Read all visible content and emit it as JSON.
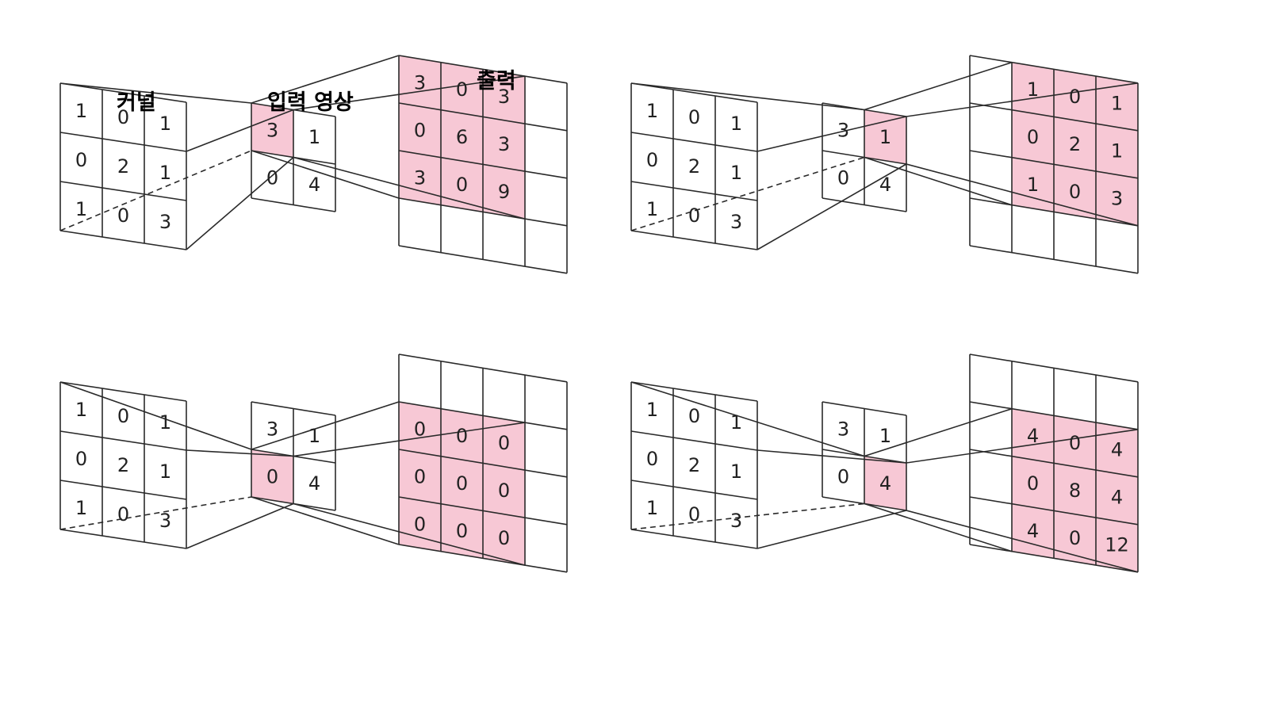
{
  "labels": {
    "kernel": "커널",
    "input": "입력 영상",
    "output": "출력"
  },
  "colors": {
    "highlight": "#f7c8d5",
    "line": "#2a2a2a"
  },
  "panels": [
    {
      "kernel": [
        [
          "1",
          "0",
          "1"
        ],
        [
          "0",
          "2",
          "1"
        ],
        [
          "1",
          "0",
          "3"
        ]
      ],
      "input": [
        [
          "3",
          "1"
        ],
        [
          "0",
          "4"
        ]
      ],
      "input_highlight": [
        0,
        0
      ],
      "output_offset": [
        0,
        0
      ],
      "output": [
        [
          "3",
          "0",
          "3"
        ],
        [
          "0",
          "6",
          "3"
        ],
        [
          "3",
          "0",
          "9"
        ]
      ]
    },
    {
      "kernel": [
        [
          "1",
          "0",
          "1"
        ],
        [
          "0",
          "2",
          "1"
        ],
        [
          "1",
          "0",
          "3"
        ]
      ],
      "input": [
        [
          "3",
          "1"
        ],
        [
          "0",
          "4"
        ]
      ],
      "input_highlight": [
        0,
        1
      ],
      "output_offset": [
        0,
        1
      ],
      "output": [
        [
          "1",
          "0",
          "1"
        ],
        [
          "0",
          "2",
          "1"
        ],
        [
          "1",
          "0",
          "3"
        ]
      ]
    },
    {
      "kernel": [
        [
          "1",
          "0",
          "1"
        ],
        [
          "0",
          "2",
          "1"
        ],
        [
          "1",
          "0",
          "3"
        ]
      ],
      "input": [
        [
          "3",
          "1"
        ],
        [
          "0",
          "4"
        ]
      ],
      "input_highlight": [
        1,
        0
      ],
      "output_offset": [
        1,
        0
      ],
      "output": [
        [
          "0",
          "0",
          "0"
        ],
        [
          "0",
          "0",
          "0"
        ],
        [
          "0",
          "0",
          "0"
        ]
      ]
    },
    {
      "kernel": [
        [
          "1",
          "0",
          "1"
        ],
        [
          "0",
          "2",
          "1"
        ],
        [
          "1",
          "0",
          "3"
        ]
      ],
      "input": [
        [
          "3",
          "1"
        ],
        [
          "0",
          "4"
        ]
      ],
      "input_highlight": [
        1,
        1
      ],
      "output_offset": [
        1,
        1
      ],
      "output": [
        [
          "4",
          "0",
          "4"
        ],
        [
          "0",
          "8",
          "4"
        ],
        [
          "4",
          "0",
          "12"
        ]
      ]
    }
  ]
}
